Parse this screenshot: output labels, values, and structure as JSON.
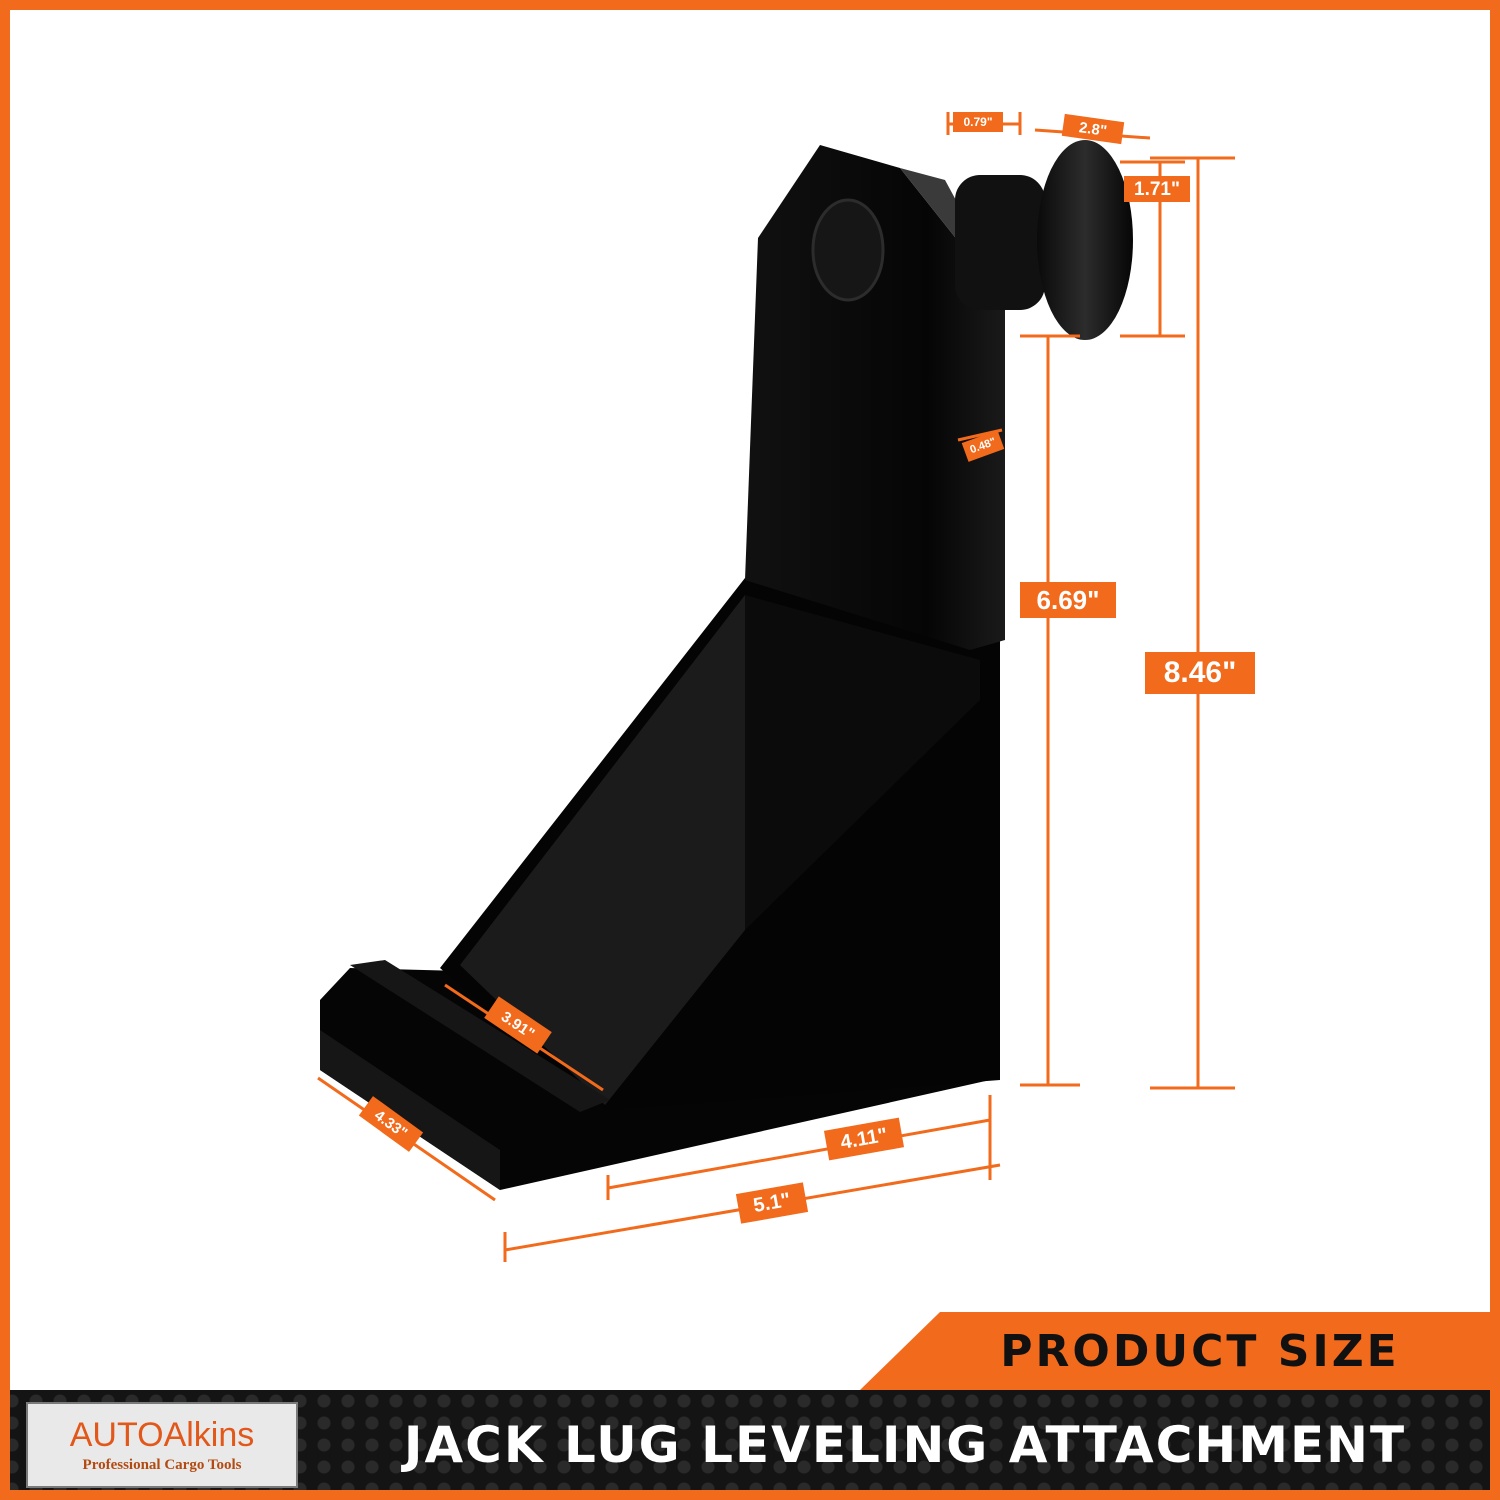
{
  "product": {
    "name": "JACK LUG LEVELING ATTACHMENT",
    "section_title": "PRODUCT SIZE"
  },
  "brand": {
    "name": "AUTOAlkins",
    "tagline": "Professional Cargo Tools"
  },
  "dimensions": {
    "pin_thickness": "0.79\"",
    "pin_length": "2.8\"",
    "knob_diameter": "1.71\"",
    "plate_thickness": "0.48\"",
    "plate_height": "6.69\"",
    "total_height": "8.46\"",
    "inner_length": "3.91\"",
    "depth": "4.33\"",
    "base_width": "4.11\"",
    "total_width": "5.1\""
  },
  "colors": {
    "accent": "#f26a1b",
    "bar_bg": "#141414",
    "product": "#050505"
  }
}
